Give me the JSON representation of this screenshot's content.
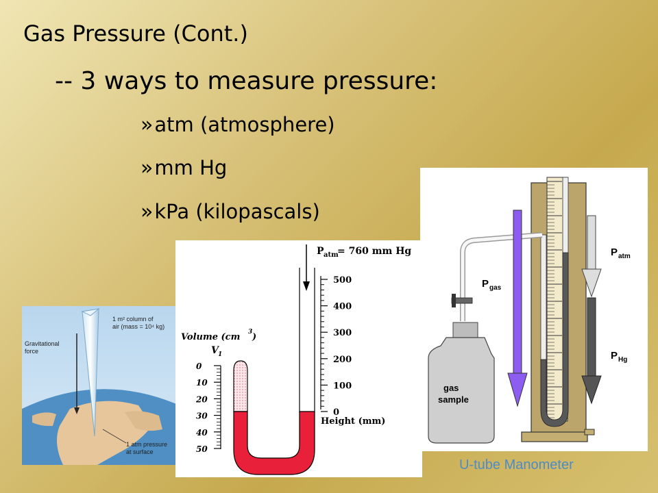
{
  "slide": {
    "title": "Gas Pressure (Cont.)",
    "subtitle": "-- 3 ways to measure pressure:",
    "bullet_mark": "»",
    "bullets": [
      "atm (atmosphere)",
      "mm Hg",
      "kPa (kilopascals)"
    ]
  },
  "globe_figure": {
    "column_label_1": "1 m² column of",
    "column_label_2": "air (mass = 10⁴ kg)",
    "force_label_1": "Gravitational",
    "force_label_2": "force",
    "surface_label_1": "1 atm pressure",
    "surface_label_2": "at surface"
  },
  "barometer_figure": {
    "patm_label": "P",
    "patm_sub": "atm",
    "patm_value": " = 760 mm Hg",
    "height_ticks": [
      "500",
      "400",
      "300",
      "200",
      "100",
      "0"
    ],
    "height_label": "Height (mm)",
    "volume_label": "Volume (cm",
    "volume_exp": "3",
    "volume_close": " )",
    "v1_label": "V",
    "v1_sub": "1",
    "volume_ticks": [
      "0",
      "10",
      "20",
      "30",
      "40",
      "50"
    ]
  },
  "manometer_figure": {
    "pgas_label": "P",
    "pgas_sub": "gas",
    "patm_label": "P",
    "patm_sub": "atm",
    "phg_label": "P",
    "phg_sub": "Hg",
    "sample_line1": "gas",
    "sample_line2": "sample",
    "caption": "U-tube Manometer"
  },
  "colors": {
    "mercury_red": "#e8203a",
    "arrow_purple": "#8d5cf0",
    "caption_blue": "#4f8bc5"
  }
}
